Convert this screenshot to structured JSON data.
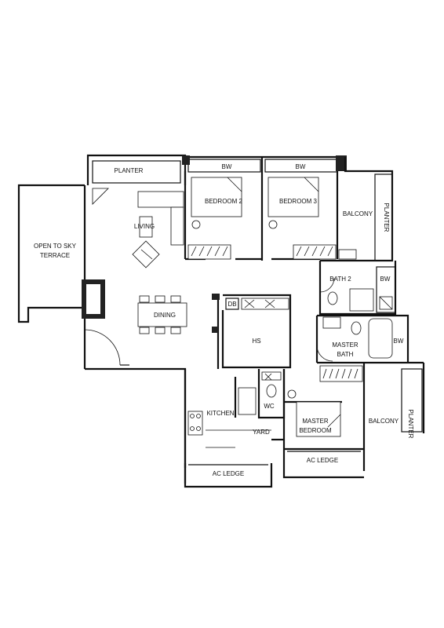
{
  "rooms": {
    "planter_top": "PLANTER",
    "bw_1": "BW",
    "bw_2": "BW",
    "bedroom_2": "BEDROOM 2",
    "bedroom_3": "BEDROOM 3",
    "balcony_top": "BALCONY",
    "planter_right_top": "PLANTER",
    "living": "LIVING",
    "terrace_line1": "OPEN TO SKY",
    "terrace_line2": "TERRACE",
    "bath_2": "BATH 2",
    "bw_3": "BW",
    "db": "DB",
    "dining": "DINING",
    "hs": "HS",
    "master_bath_line1": "MASTER",
    "master_bath_line2": "BATH",
    "bw_4": "BW",
    "kitchen": "KITCHEN",
    "wc": "WC",
    "yard": "YARD",
    "master_bedroom_line1": "MASTER",
    "master_bedroom_line2": "BEDROOM",
    "balcony_right": "BALCONY",
    "planter_right_bottom": "PLANTER",
    "ac_ledge_1": "AC LEDGE",
    "ac_ledge_2": "AC LEDGE"
  }
}
